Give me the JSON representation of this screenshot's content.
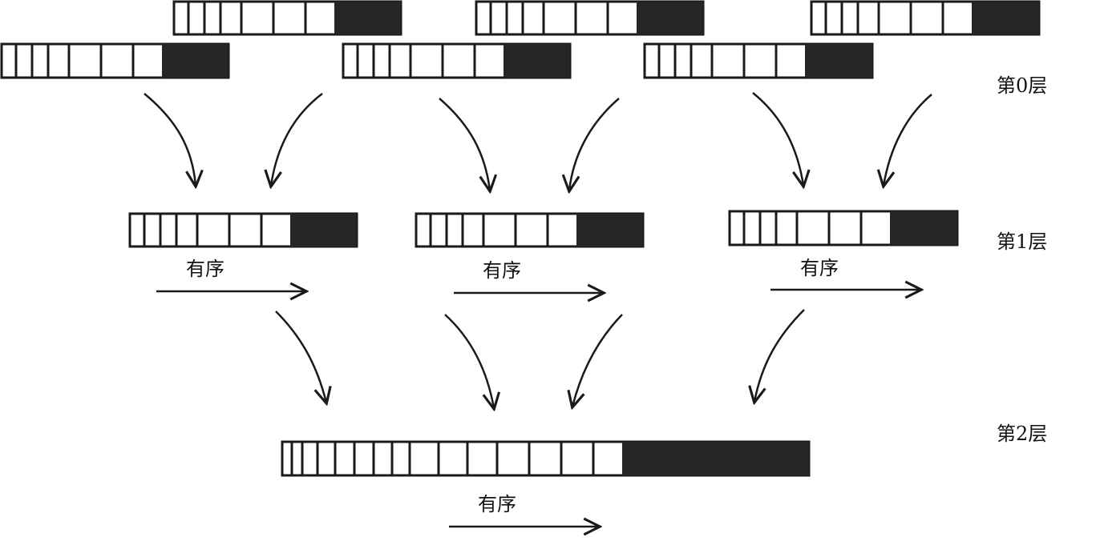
{
  "levels": [
    {
      "label": "第0层"
    },
    {
      "label": "第1层"
    },
    {
      "label": "第2层"
    }
  ],
  "order_label": "有序",
  "colors": {
    "line": "#1a1a1a",
    "fill": "#262626",
    "cell": "#ffffff"
  },
  "diagram": {
    "level0_blocks": 6,
    "level1_blocks": 3,
    "level2_blocks": 1,
    "ordered_markers": 4
  }
}
